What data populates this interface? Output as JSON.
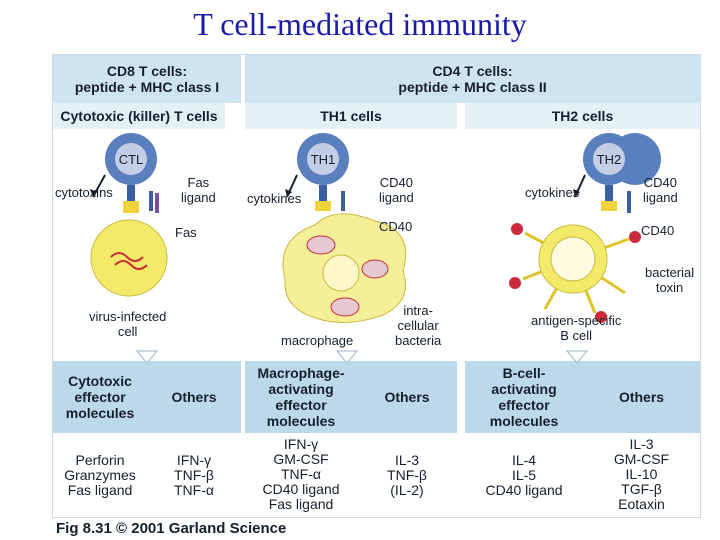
{
  "title": "T cell-mediated immunity",
  "cd8": {
    "header": [
      "CD8 T cells:",
      "peptide + MHC class I"
    ],
    "subheader": "Cytotoxic (killer) T cells",
    "cell_label": "CTL",
    "labels": {
      "cytotoxins": "cytotoxins",
      "fas_ligand": [
        "Fas",
        "ligand"
      ],
      "fas": "Fas",
      "target": [
        "virus-infected",
        "cell"
      ]
    },
    "effector_heading": [
      "Cytotoxic",
      "effector",
      "molecules"
    ],
    "others_heading": "Others",
    "effector_list": [
      "Perforin",
      "Granzymes",
      "Fas ligand"
    ],
    "others_list": [
      "IFN-γ",
      "TNF-β",
      "TNF-α"
    ]
  },
  "cd4": {
    "header": [
      "CD4 T cells:",
      "peptide + MHC class II"
    ]
  },
  "th1": {
    "subheader": "TH1 cells",
    "cell_label": "TH1",
    "labels": {
      "cytokines": "cytokines",
      "cd40_ligand": [
        "CD40",
        "ligand"
      ],
      "cd40": "CD40",
      "macrophage": "macrophage",
      "bacteria": [
        "intra-",
        "cellular",
        "bacteria"
      ]
    },
    "effector_heading": [
      "Macrophage-",
      "activating",
      "effector",
      "molecules"
    ],
    "others_heading": "Others",
    "effector_list": [
      "IFN-γ",
      "GM-CSF",
      "TNF-α",
      "CD40 ligand",
      "Fas ligand"
    ],
    "others_list": [
      "IL-3",
      "TNF-β",
      "(IL-2)"
    ]
  },
  "th2": {
    "subheader": "TH2 cells",
    "cell_label": "TH2",
    "labels": {
      "cytokines": "cytokines",
      "cd40_ligand": [
        "CD40",
        "ligand"
      ],
      "cd40": "CD40",
      "toxin": [
        "bacterial",
        "toxin"
      ],
      "bcell": [
        "antigen-specific",
        "B cell"
      ]
    },
    "effector_heading": [
      "B-cell-",
      "activating",
      "effector",
      "molecules"
    ],
    "others_heading": "Others",
    "effector_list": [
      "IL-4",
      "IL-5",
      "CD40 ligand"
    ],
    "others_list": [
      "IL-3",
      "GM-CSF",
      "IL-10",
      "TGF-β",
      "Eotaxin"
    ]
  },
  "credit": "Fig 8.31  © 2001 Garland Science",
  "colors": {
    "title": "#1a1aa8",
    "header_bg": "#cfe4f2",
    "row_bg": "#bcd9ec",
    "tcell": "#5a7fbf",
    "target": "#f3ea6a",
    "toxin": "#cc2a3a"
  }
}
